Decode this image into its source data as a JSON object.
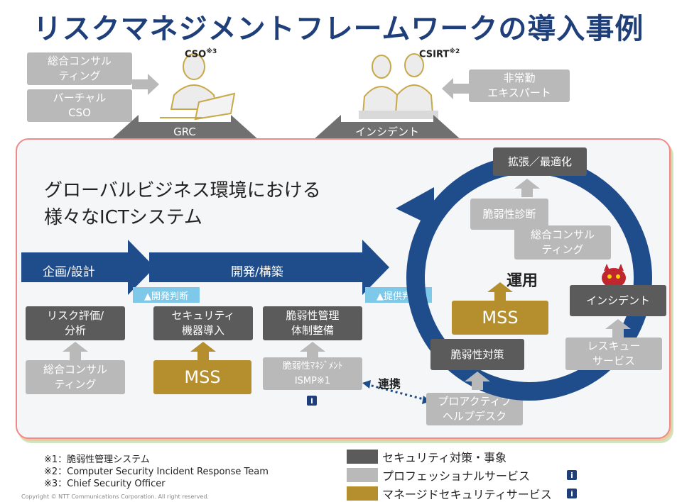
{
  "title": "リスクマネジメントフレームワークの導入事例",
  "top": {
    "consulting": "総合コンサル\nティング",
    "virtual_cso": "バーチャル\nCSO",
    "cso_label": "CSO",
    "cso_sup": "※3",
    "csirt_label": "CSIRT",
    "csirt_sup": "※2",
    "expert": "非常勤\nエキスパート",
    "grc": "GRC\nソリューション",
    "incident_response": "インシデント\nレスポンス"
  },
  "panel": {
    "heading_line1": "グローバルビジネス環境における",
    "heading_line2": "様々なICTシステム",
    "plan": "企画/設計",
    "build": "開発/構築",
    "dev_decision": "▲開発判断",
    "provide_decision": "▲提供判断",
    "risk_eval": "リスク評価/\n分析",
    "consulting_bottom": "総合コンサル\nティング",
    "security_install": "セキュリティ\n機器導入",
    "mss_left": "MSS",
    "vuln_mgmt": "脆弱性管理\n体制整備",
    "ismp": "脆弱性ﾏﾈｼﾞﾒﾝﾄ\nISMP※1",
    "info_icon": "i",
    "renkei": "連携",
    "proactive": "プロアクティブ\nヘルプデスク",
    "expand": "拡張／最適化",
    "vuln_diag": "脆弱性診断",
    "consulting_cycle": "総合コンサル\nティング",
    "operation": "運用",
    "mss_cycle": "MSS",
    "incident": "インシデント",
    "vuln_measure": "脆弱性対策",
    "rescue": "レスキュー\nサービス"
  },
  "notes": [
    "※1：脆弱性管理システム",
    "※2：Computer Security Incident Response Team",
    "※3：Chief Security Officer"
  ],
  "copyright": "Copyright © NTT Communications Corporation. All right reserved.",
  "legend": [
    {
      "label": "セキュリティ対策・事象",
      "color": "#5b5b5b",
      "info": ""
    },
    {
      "label": "プロフェッショナルサービス",
      "color": "#b9b9b9",
      "info": "i"
    },
    {
      "label": "マネージドセキュリティサービス",
      "color": "#b58f2e",
      "info": "i"
    }
  ],
  "colors": {
    "navy": "#1f3f7a",
    "arrow_blue": "#1f4d8c",
    "gold": "#b58f2e",
    "dark_gray": "#5b5b5b",
    "light_gray": "#b9b9b9"
  }
}
